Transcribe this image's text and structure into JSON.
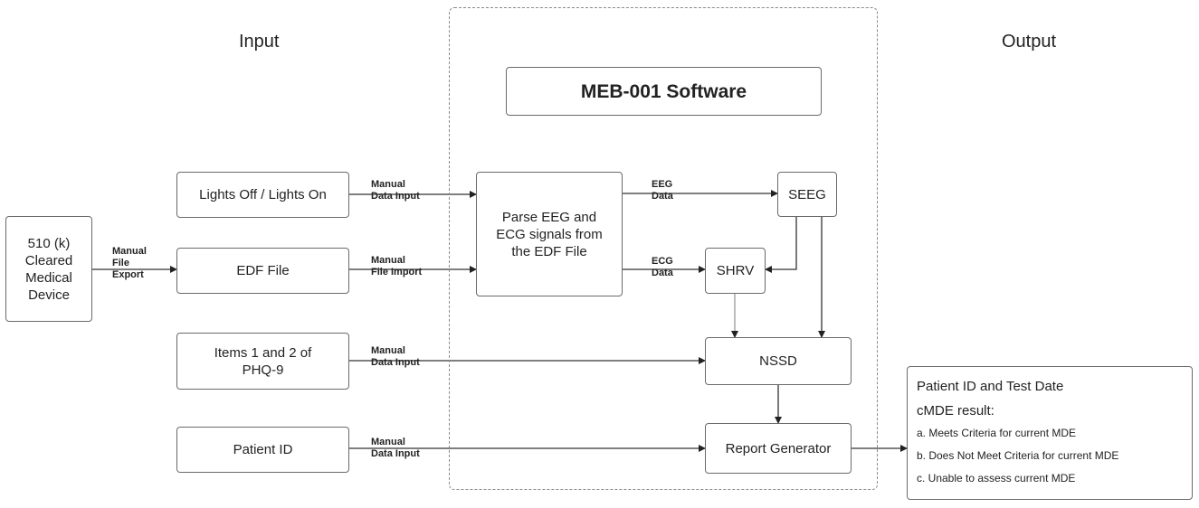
{
  "headings": {
    "input": "Input",
    "output": "Output"
  },
  "software_title": "MEB-001  Software",
  "boxes": {
    "device": "510 (k)\nCleared\nMedical\nDevice",
    "lights": "Lights Off / Lights On",
    "edf": "EDF File",
    "phq": "Items 1 and 2 of\nPHQ-9",
    "patient_id": "Patient ID",
    "parse": "Parse EEG and\nECG signals from\nthe EDF File",
    "seeg": "SEEG",
    "shrv": "SHRV",
    "nssd": "NSSD",
    "report": "Report Generator"
  },
  "edge_labels": {
    "manual_file_export": "Manual\nFile\nExport",
    "lights_data_input": "Manual\nData Input",
    "edf_file_import": "Manual\nFile Import",
    "phq_data_input": "Manual\nData Input",
    "patient_data_input": "Manual\nData Input",
    "eeg_data": "EEG\nData",
    "ecg_data": "ECG\nData"
  },
  "output": {
    "line1": "Patient ID and Test Date",
    "line2": "cMDE  result:",
    "items": [
      "a. Meets Criteria for current MDE",
      "b. Does Not  Meet Criteria for current MDE",
      "c. Unable to assess current MDE"
    ]
  }
}
